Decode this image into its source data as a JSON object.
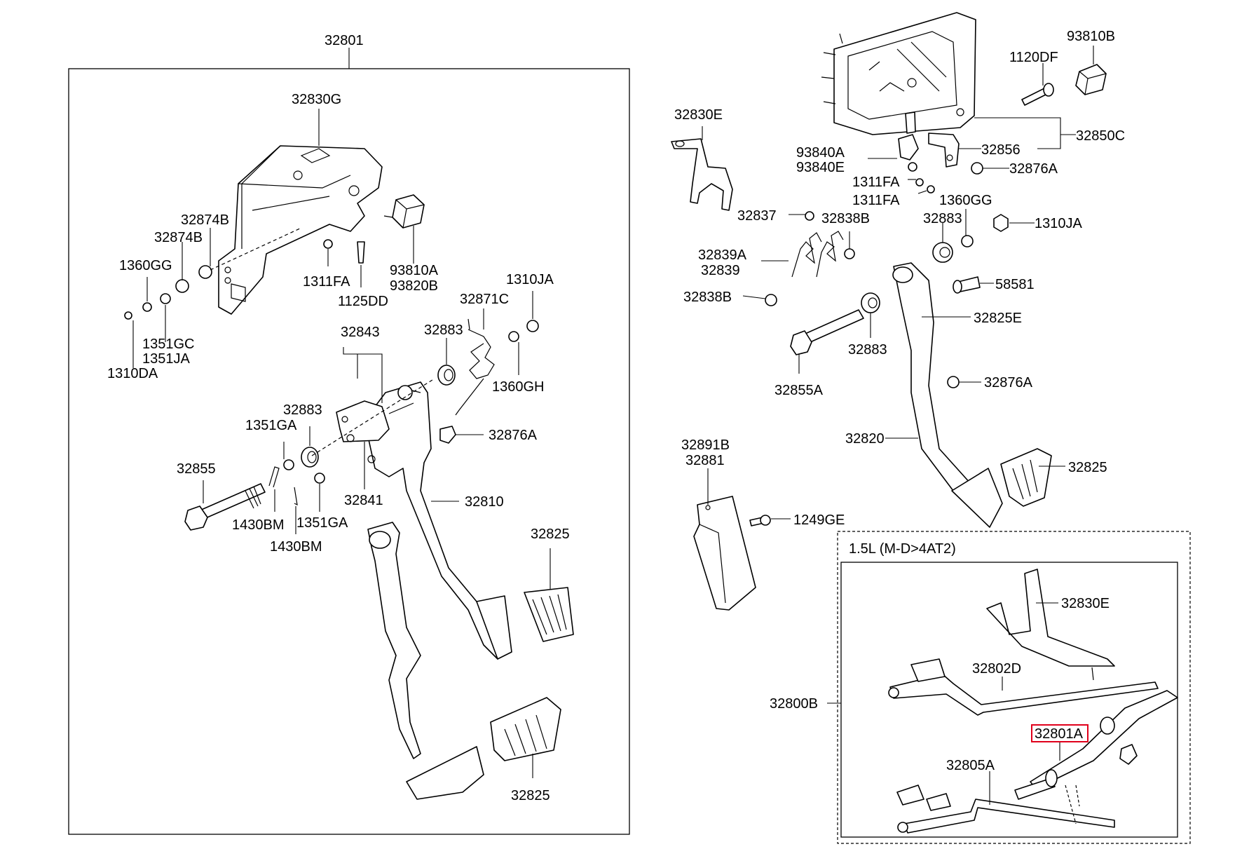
{
  "diagram": {
    "variant_label": "1.5L (M-D>4AT2)",
    "highlighted_part": "32801A",
    "highlight_color": "#e0001b",
    "labels": {
      "p32801": "32801",
      "p32830G": "32830G",
      "p32874B_a": "32874B",
      "p32874B_b": "32874B",
      "p1360GG_l": "1360GG",
      "p1351GC": "1351GC",
      "p1351JA": "1351JA",
      "p1310DA": "1310DA",
      "p1311FA_l": "1311FA",
      "p1125DD": "1125DD",
      "p93810A": "93810A",
      "p93820B": "93820B",
      "p1310JA_l": "1310JA",
      "p32871C": "32871C",
      "p32843": "32843",
      "p32883_a": "32883",
      "p1360GH": "1360GH",
      "p32876A_l": "32876A",
      "p32883_b": "32883",
      "p1351GA_a": "1351GA",
      "p32855": "32855",
      "p32841": "32841",
      "p32810": "32810",
      "p1430BM_a": "1430BM",
      "p1351GA_b": "1351GA",
      "p1430BM_b": "1430BM",
      "p32825_a": "32825",
      "p32825_b": "32825",
      "p32830E_r": "32830E",
      "p1120DF": "1120DF",
      "p93810B": "93810B",
      "p32850C": "32850C",
      "p93840A": "93840A",
      "p93840E": "93840E",
      "p32856": "32856",
      "p1311FA_r1": "1311FA",
      "p1311FA_r2": "1311FA",
      "p32876A_r1": "32876A",
      "p1360GG_r": "1360GG",
      "p32837": "32837",
      "p32838B_a": "32838B",
      "p32883_r1": "32883",
      "p1310JA_r": "1310JA",
      "p32839A": "32839A",
      "p32839": "32839",
      "p58581": "58581",
      "p32838B_b": "32838B",
      "p32825E": "32825E",
      "p32883_r2": "32883",
      "p32855A": "32855A",
      "p32876A_r2": "32876A",
      "p32820": "32820",
      "p32825_r": "32825",
      "p32891B": "32891B",
      "p32881": "32881",
      "p1249GE": "1249GE",
      "p32830E_box": "32830E",
      "p32802D": "32802D",
      "p32800B": "32800B",
      "p32801A": "32801A",
      "p32805A": "32805A"
    }
  }
}
